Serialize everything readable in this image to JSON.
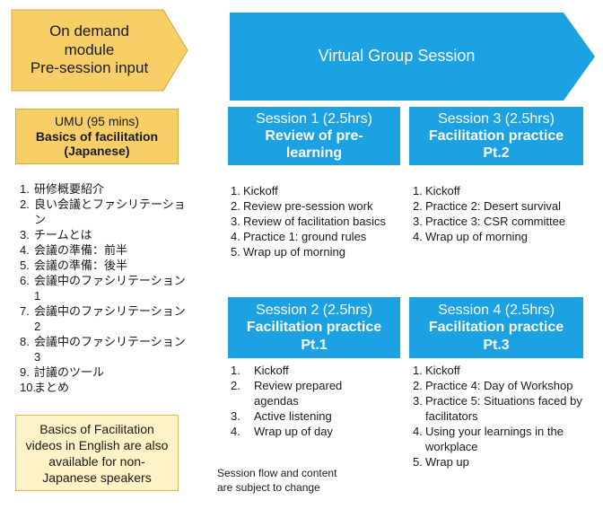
{
  "on_demand_arrow": {
    "line1": "On demand",
    "line2": "module",
    "line3": "Pre-session input"
  },
  "virtual_arrow": {
    "label": "Virtual Group Session"
  },
  "umu_box": {
    "title": "UMU (95 mins)",
    "subtitle_line1": "Basics of facilitation",
    "subtitle_line2": "(Japanese)"
  },
  "umu_list": [
    {
      "num": "1.",
      "text": "研修概要紹介"
    },
    {
      "num": "2.",
      "text": "良い会議とファシリテーション"
    },
    {
      "num": "3.",
      "text": "チームとは"
    },
    {
      "num": "4.",
      "text": "会議の準備：前半"
    },
    {
      "num": "5.",
      "text": "会議の準備：後半"
    },
    {
      "num": "6.",
      "text": "会議中のファシリテーション1"
    },
    {
      "num": "7.",
      "text": "会議中のファシリテーション2"
    },
    {
      "num": "8.",
      "text": "会議中のファシリテーション3"
    },
    {
      "num": "9.",
      "text": "討議のツール"
    },
    {
      "num": "10.",
      "text": "まとめ"
    }
  ],
  "english_note": "Basics of Facilitation videos in English are also available for non-Japanese speakers",
  "session1": {
    "title": "Session 1 (2.5hrs)",
    "subtitle_line1": "Review of pre-",
    "subtitle_line2": "learning",
    "items": [
      {
        "num": "1.",
        "text": "Kickoff"
      },
      {
        "num": "2.",
        "text": "Review pre-session work"
      },
      {
        "num": "3.",
        "text": "Review of facilitation basics"
      },
      {
        "num": "4.",
        "text": "Practice 1: ground rules"
      },
      {
        "num": "5.",
        "text": "Wrap up of morning"
      }
    ]
  },
  "session3": {
    "title": "Session 3 (2.5hrs)",
    "subtitle_line1": "Facilitation practice",
    "subtitle_line2": "Pt.2",
    "items": [
      {
        "num": "1.",
        "text": "Kickoff"
      },
      {
        "num": "2.",
        "text": "Practice 2: Desert survival"
      },
      {
        "num": "3.",
        "text": "Practice 3: CSR committee"
      },
      {
        "num": "4.",
        "text": "Wrap up of morning"
      }
    ]
  },
  "session2": {
    "title": "Session 2 (2.5hrs)",
    "subtitle_line1": "Facilitation practice",
    "subtitle_line2": "Pt.1",
    "items": [
      {
        "num": "1.",
        "text": "Kickoff"
      },
      {
        "num": "2.",
        "text": "Review prepared agendas"
      },
      {
        "num": "3.",
        "text": "Active listening"
      },
      {
        "num": "4.",
        "text": "Wrap up of day"
      }
    ]
  },
  "session4": {
    "title": "Session 4 (2.5hrs)",
    "subtitle_line1": "Facilitation practice",
    "subtitle_line2": "Pt.3",
    "items": [
      {
        "num": "1.",
        "text": "Kickoff"
      },
      {
        "num": "2.",
        "text": "Practice 4: Day of Workshop"
      },
      {
        "num": "3.",
        "text": "Practice 5: Situations faced by facilitators"
      },
      {
        "num": "4.",
        "text": "Using your learnings in the workplace"
      },
      {
        "num": "5.",
        "text": "Wrap up"
      }
    ]
  },
  "footnote": {
    "line1": "Session flow and content",
    "line2": "are subject to change"
  },
  "colors": {
    "orange": "#f7cf66",
    "blue": "#1ca1e2",
    "note_yellow": "#fdf3c6"
  }
}
